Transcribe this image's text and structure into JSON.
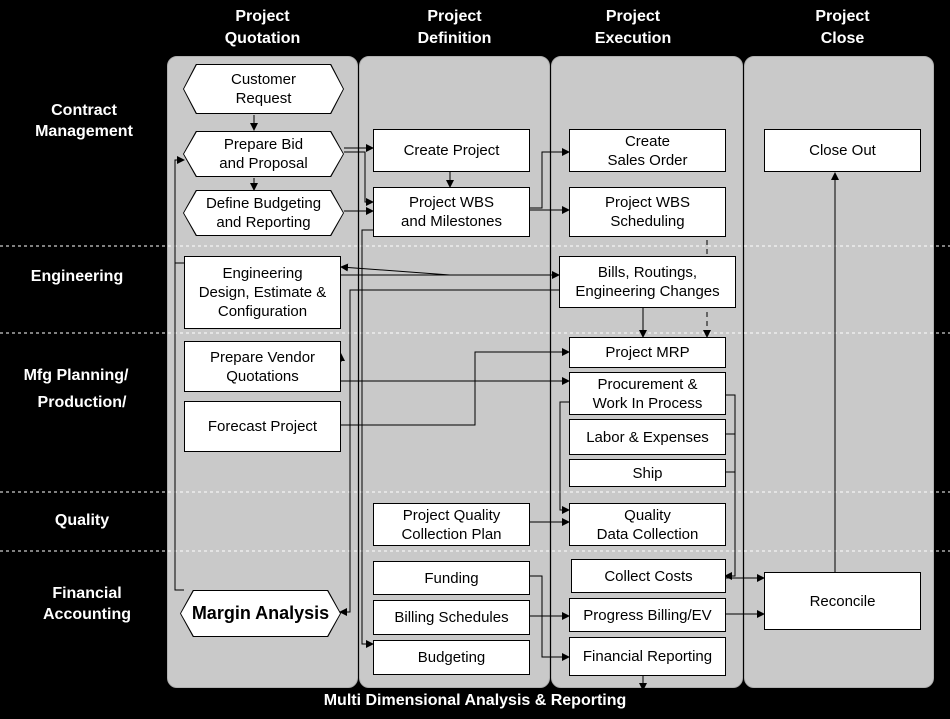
{
  "phases": [
    "Project\nQuotation",
    "Project\nDefinition",
    "Project\nExecution",
    "Project\nClose"
  ],
  "rows": [
    "Contract\nManagement",
    "Engineering",
    "Mfg Planning/",
    "Production/",
    "Quality",
    "Financial\nAccounting"
  ],
  "boxes": {
    "customer_request": "Customer\nRequest",
    "prepare_bid": "Prepare Bid\nand Proposal",
    "define_budgeting": "Define Budgeting\nand Reporting",
    "engineering_design": "Engineering\nDesign, Estimate &\nConfiguration",
    "prepare_vendor": "Prepare Vendor\nQuotations",
    "forecast_project": "Forecast Project",
    "margin_analysis": "Margin Analysis",
    "create_project": "Create Project",
    "project_wbs_milestones": "Project WBS\nand Milestones",
    "project_quality_plan": "Project Quality\nCollection Plan",
    "funding": "Funding",
    "billing_schedules": "Billing Schedules",
    "budgeting": "Budgeting",
    "create_sales_order": "Create\nSales Order",
    "project_wbs_scheduling": "Project WBS\nScheduling",
    "bills_routings": "Bills, Routings,\nEngineering Changes",
    "project_mrp": "Project MRP",
    "procurement_wip": "Procurement &\nWork In Process",
    "labor_expenses": "Labor & Expenses",
    "ship": "Ship",
    "quality_data_collection": "Quality\nData Collection",
    "collect_costs": "Collect Costs",
    "progress_billing": "Progress Billing/EV",
    "financial_reporting": "Financial Reporting",
    "close_out": "Close Out",
    "reconcile": "Reconcile"
  },
  "footer": "Multi Dimensional Analysis & Reporting"
}
